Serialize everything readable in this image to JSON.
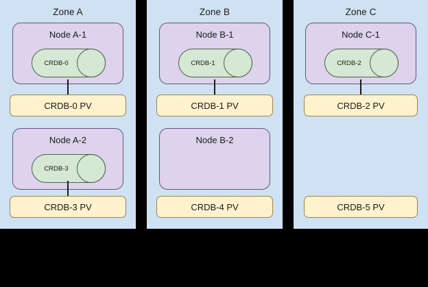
{
  "diagram": {
    "type": "topology-diagram",
    "background_color": "#000000",
    "colors": {
      "zone_fill": "#cfe2f3",
      "node_fill": "#ddd3ec",
      "node_stroke": "#66517f",
      "pod_fill": "#d5e8d4",
      "pod_stroke": "#4a5f49",
      "pv_fill": "#fff2cc",
      "pv_stroke": "#9a8452",
      "connector": "#1a1a1a",
      "text": "#1a1a1a"
    }
  },
  "zones": [
    {
      "id": "zone-a",
      "title": "Zone A",
      "nodes": [
        {
          "id": "node-a-1",
          "label": "Node A-1",
          "pod": {
            "label": "CRDB-0",
            "shape": "cylinder"
          },
          "connected": true
        },
        {
          "id": "node-a-2",
          "label": "Node A-2",
          "pod": {
            "label": "CRDB-3",
            "shape": "cylinder"
          },
          "connected": true
        }
      ],
      "volumes": [
        {
          "id": "pv-crdb-0",
          "label": "CRDB-0 PV",
          "bound": true
        },
        {
          "id": "pv-crdb-3",
          "label": "CRDB-3 PV",
          "bound": true
        }
      ]
    },
    {
      "id": "zone-b",
      "title": "Zone B",
      "nodes": [
        {
          "id": "node-b-1",
          "label": "Node B-1",
          "pod": {
            "label": "CRDB-1",
            "shape": "cylinder"
          },
          "connected": true
        },
        {
          "id": "node-b-2",
          "label": "Node B-2",
          "pod": null,
          "connected": false
        }
      ],
      "volumes": [
        {
          "id": "pv-crdb-1",
          "label": "CRDB-1 PV",
          "bound": true
        },
        {
          "id": "pv-crdb-4",
          "label": "CRDB-4 PV",
          "bound": false
        }
      ]
    },
    {
      "id": "zone-c",
      "title": "Zone C",
      "nodes": [
        {
          "id": "node-c-1",
          "label": "Node C-1",
          "pod": {
            "label": "CRDB-2",
            "shape": "cylinder"
          },
          "connected": true
        }
      ],
      "volumes": [
        {
          "id": "pv-crdb-2",
          "label": "CRDB-2 PV",
          "bound": true
        },
        {
          "id": "pv-crdb-5",
          "label": "CRDB-5 PV",
          "bound": false
        }
      ]
    }
  ]
}
